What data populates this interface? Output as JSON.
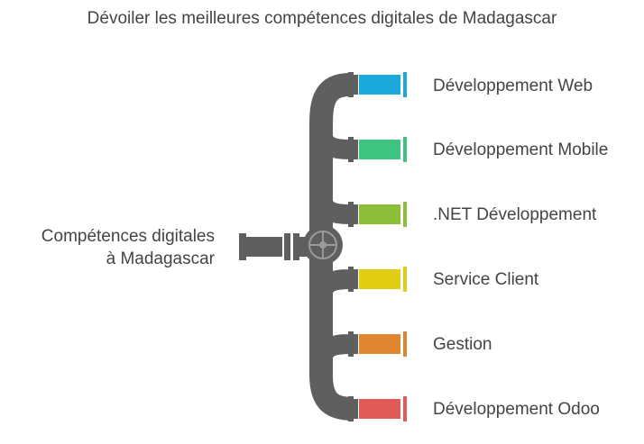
{
  "title": "Dévoiler les meilleures compétences digitales de Madagascar",
  "source": {
    "line1": "Compétences digitales",
    "line2": "à Madagascar"
  },
  "pipe_color": "#5f5f5f",
  "branches": [
    {
      "label": "Développement Web",
      "color": "#1ba9dc"
    },
    {
      "label": "Développement Mobile",
      "color": "#3cc480"
    },
    {
      "label": ".NET Développement",
      "color": "#8cbe3a"
    },
    {
      "label": "Service Client",
      "color": "#e1cd12"
    },
    {
      "label": "Gestion",
      "color": "#e18630"
    },
    {
      "label": "Développement Odoo",
      "color": "#e05b58"
    }
  ]
}
